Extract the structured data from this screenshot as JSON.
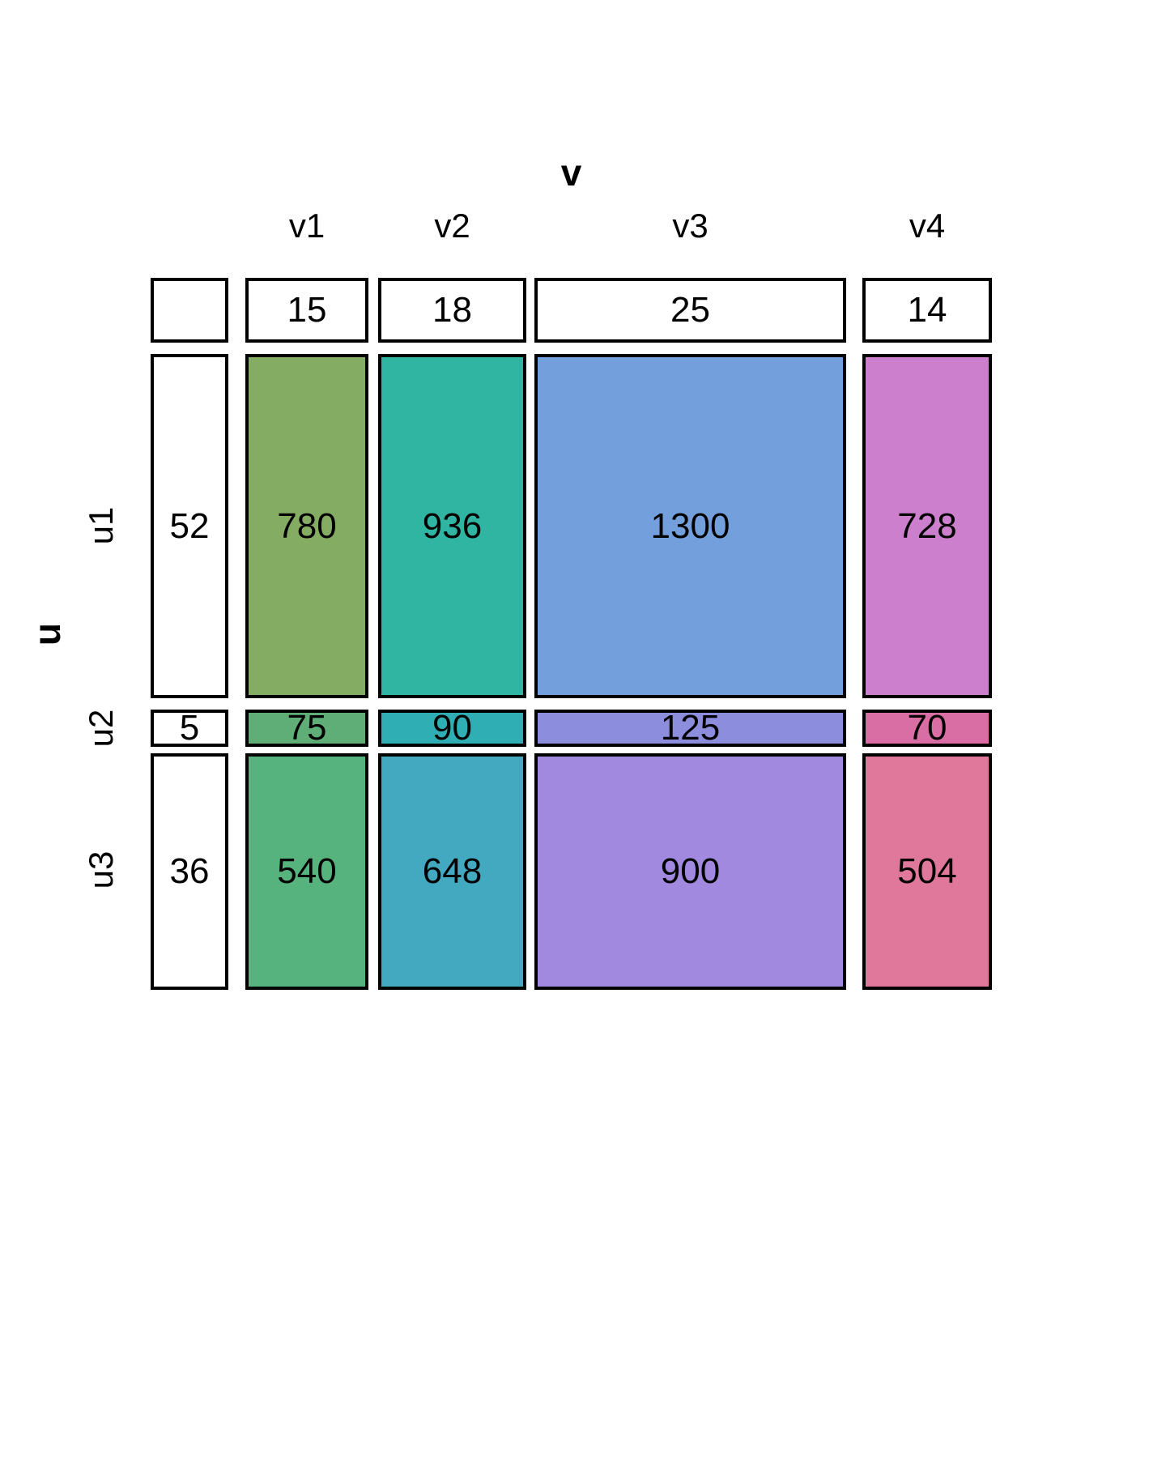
{
  "chart_data": {
    "type": "table",
    "title": "",
    "row_variable": "u",
    "col_variable": "v",
    "categories_cols": [
      "v1",
      "v2",
      "v3",
      "v4"
    ],
    "categories_rows": [
      "u1",
      "u2",
      "u3"
    ],
    "col_margins": [
      15,
      18,
      25,
      14
    ],
    "row_margins": [
      52,
      5,
      36
    ],
    "corner_cell": "",
    "cells": [
      {
        "row": "u1",
        "values": [
          780,
          936,
          1300,
          728
        ]
      },
      {
        "row": "u2",
        "values": [
          75,
          90,
          125,
          70
        ]
      },
      {
        "row": "u3",
        "values": [
          540,
          648,
          900,
          504
        ]
      }
    ],
    "cell_colors": [
      [
        "#84AC62",
        "#2FB5A2",
        "#749FDD",
        "#CC7FCC"
      ],
      [
        "#5FAE78",
        "#2FAFB4",
        "#8C8DDD",
        "#D86EA4"
      ],
      [
        "#57B37D",
        "#42A9C1",
        "#A089DF",
        "#DF789A"
      ]
    ],
    "margin_color": "#FFFFFF",
    "border_color": "#000000",
    "grid": false,
    "legend": "none",
    "note": "mosaic / fluctuation table of products u_i * v_j with marginal totals"
  },
  "axes": {
    "col_variable_label": "v",
    "row_variable_label": "u",
    "col_labels": [
      "v1",
      "v2",
      "v3",
      "v4"
    ],
    "row_labels": [
      "u1",
      "u2",
      "u3"
    ]
  },
  "header_row": {
    "corner": "",
    "values": [
      "15",
      "18",
      "25",
      "14"
    ]
  },
  "margin_col": {
    "values": [
      "52",
      "5",
      "36"
    ]
  },
  "body": {
    "r0": [
      "780",
      "936",
      "1300",
      "728"
    ],
    "r1": [
      "75",
      "90",
      "125",
      "70"
    ],
    "r2": [
      "540",
      "648",
      "900",
      "504"
    ]
  }
}
